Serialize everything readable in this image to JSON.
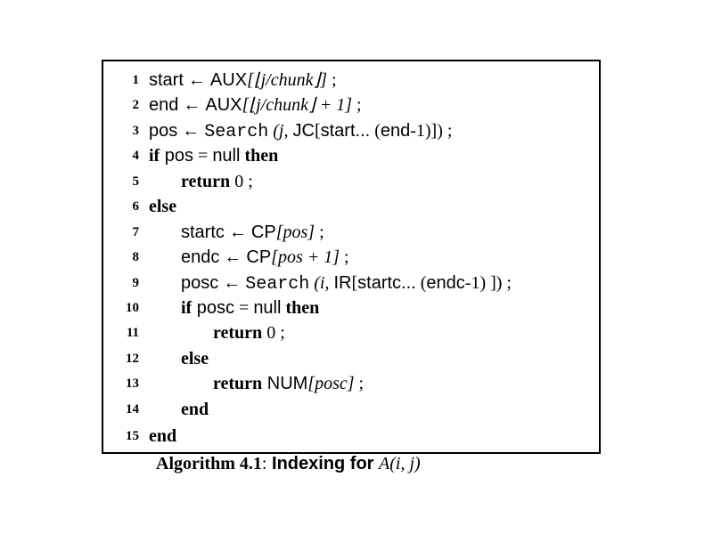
{
  "algorithm": {
    "caption_label": "Algorithm 4.1",
    "caption_sep": ":",
    "caption_title": "Indexing for",
    "caption_math": "A(i, j)",
    "line_numbers": [
      "1",
      "2",
      "3",
      "4",
      "5",
      "6",
      "7",
      "8",
      "9",
      "10",
      "11",
      "12",
      "13",
      "14",
      "15"
    ],
    "lines": {
      "l1": {
        "a": "start",
        "b": " ← ",
        "c": "AUX",
        "d": "[⌊j/chunk⌋]",
        "e": " ;"
      },
      "l2": {
        "a": "end",
        "b": " ← ",
        "c": "AUX",
        "d": "[⌊j/chunk⌋ + 1]",
        "e": " ;"
      },
      "l3": {
        "a": "pos",
        "b": " ← ",
        "c": "Search",
        "d": " (j, ",
        "e": "JC",
        "f": "[",
        "g": "start...",
        "h": " (",
        "i": "end",
        "j": "-1)]) ;"
      },
      "l4": {
        "a": "if",
        "b": " pos",
        "c": " = ",
        "d": "null",
        "e": " then"
      },
      "l5": {
        "a": "return",
        "b": " 0 ;"
      },
      "l6": {
        "a": "else"
      },
      "l7": {
        "a": "startc",
        "b": " ← ",
        "c": "CP",
        "d": "[pos]",
        "e": " ;"
      },
      "l8": {
        "a": "endc",
        "b": " ← ",
        "c": "CP",
        "d": "[pos + 1]",
        "e": " ;"
      },
      "l9": {
        "a": "posc",
        "b": " ← ",
        "c": "Search",
        "d": " (i, ",
        "e": "IR",
        "f": "[",
        "g": "startc...",
        "h": " (",
        "i": "endc",
        "j": "-1) ]) ;"
      },
      "l10": {
        "a": "if",
        "b": " posc",
        "c": " = ",
        "d": "null",
        "e": " then"
      },
      "l11": {
        "a": "return",
        "b": " 0 ;"
      },
      "l12": {
        "a": "else"
      },
      "l13": {
        "a": "return",
        "b": " NUM",
        "c": "[posc]",
        "d": " ;"
      },
      "l14": {
        "a": "end"
      },
      "l15": {
        "a": "end"
      }
    }
  }
}
